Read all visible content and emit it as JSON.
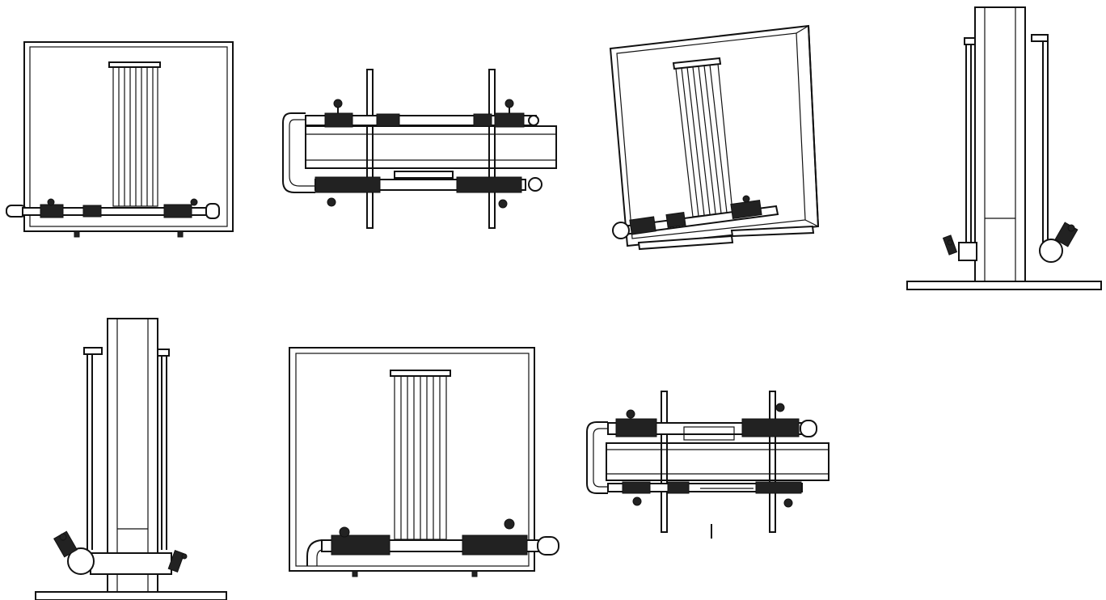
{
  "views": [
    {
      "id": "front-view-top-left",
      "description_hidden": ""
    },
    {
      "id": "top-view-top-center"
    },
    {
      "id": "isometric-view"
    },
    {
      "id": "side-view-right"
    },
    {
      "id": "side-view-left"
    },
    {
      "id": "front-view-bottom"
    },
    {
      "id": "bottom-view"
    }
  ],
  "colors": {
    "line": "#111111",
    "background": "#ffffff"
  }
}
